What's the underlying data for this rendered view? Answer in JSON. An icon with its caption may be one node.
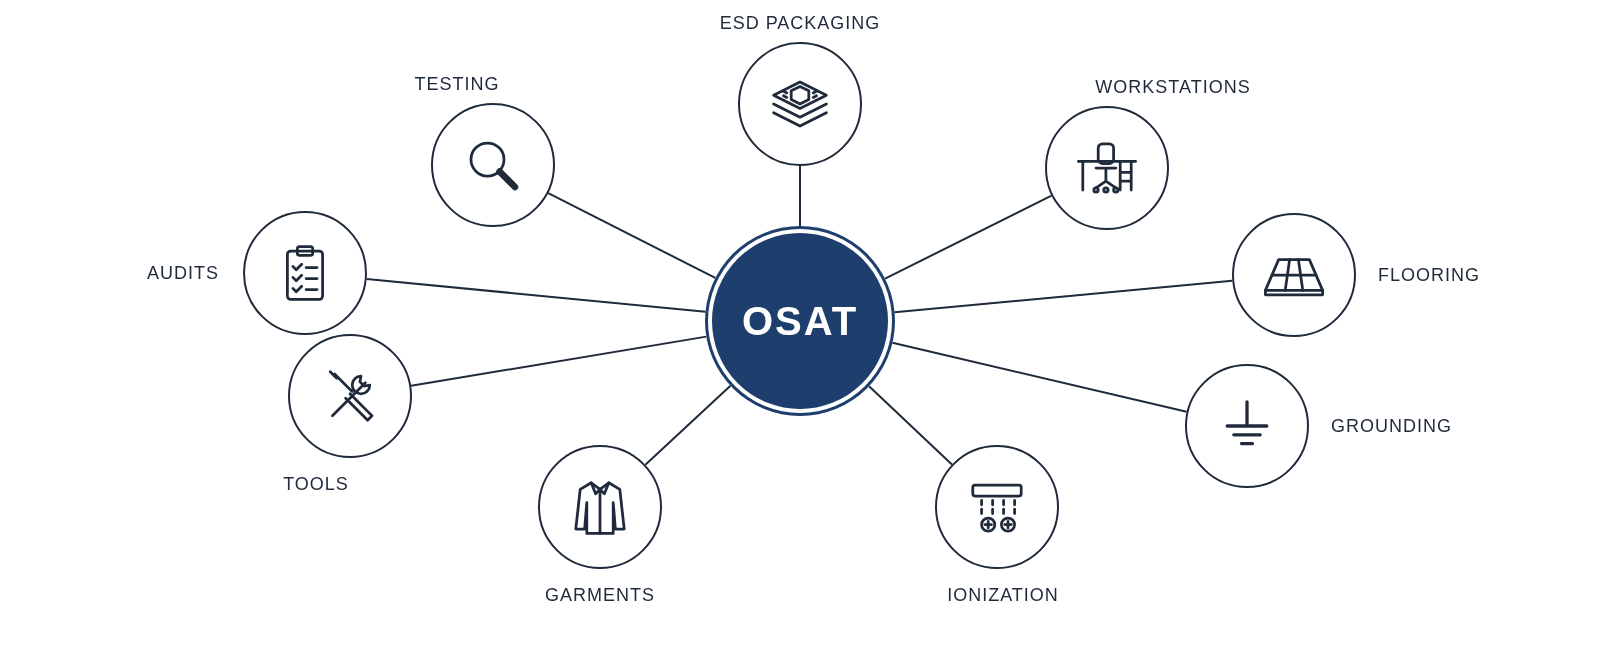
{
  "diagram": {
    "nodes": [
      {
        "text": [
          "OSAT"
        ]
      },
      {
        "text": [
          "ESD PACKAGING"
        ]
      },
      {
        "text": [
          "TESTING"
        ]
      },
      {
        "text": [
          "WORKSTATIONS"
        ]
      },
      {
        "text": [
          "AUDITS"
        ]
      },
      {
        "text": [
          "FLOORING"
        ]
      },
      {
        "text": [
          "TOOLS"
        ]
      },
      {
        "text": [
          "GROUNDING"
        ]
      },
      {
        "text": [
          "GARMENTS"
        ]
      },
      {
        "text": [
          "IONIZATION"
        ]
      }
    ],
    "edges": [
      {
        "from": 0,
        "to": 1,
        "arrow": "none"
      },
      {
        "from": 0,
        "to": 2,
        "arrow": "none"
      },
      {
        "from": 0,
        "to": 3,
        "arrow": "none"
      },
      {
        "from": 0,
        "to": 4,
        "arrow": "none"
      },
      {
        "from": 0,
        "to": 5,
        "arrow": "none"
      },
      {
        "from": 0,
        "to": 6,
        "arrow": "none"
      },
      {
        "from": 0,
        "to": 7,
        "arrow": "none"
      },
      {
        "from": 0,
        "to": 8,
        "arrow": "none"
      },
      {
        "from": 0,
        "to": 9,
        "arrow": "none"
      }
    ]
  }
}
